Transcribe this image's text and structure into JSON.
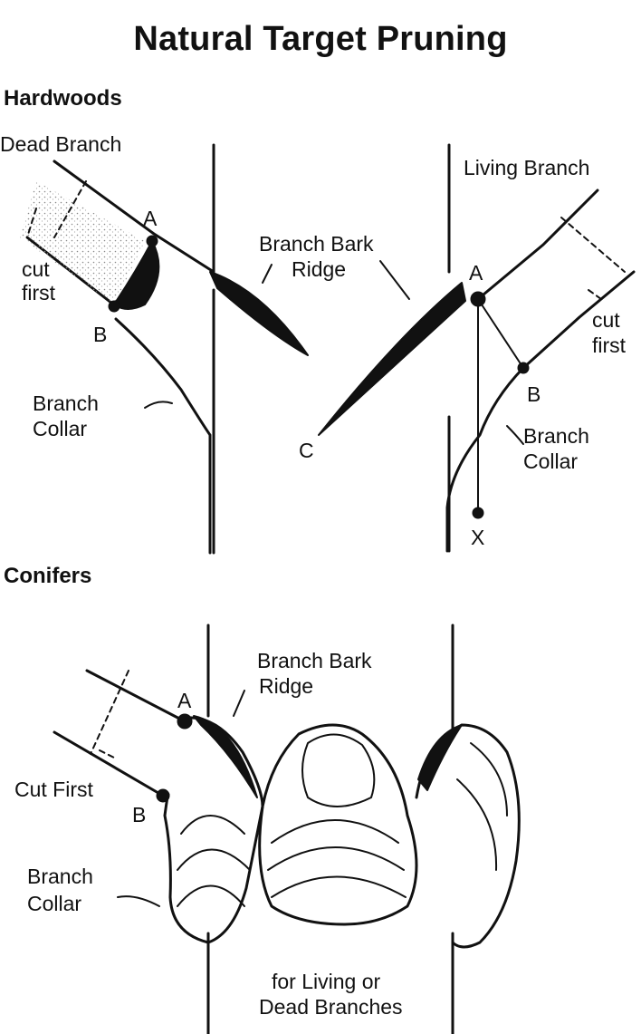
{
  "title": "Natural Target Pruning",
  "hardwoods": {
    "heading": "Hardwoods",
    "dead_branch": "Dead Branch",
    "point_a_left": "A",
    "cut_first_left_1": "cut",
    "cut_first_left_2": "first",
    "point_b_left": "B",
    "branch_collar_left_1": "Branch",
    "branch_collar_left_2": "Collar",
    "branch_bark_ridge_1": "Branch Bark",
    "branch_bark_ridge_2": "Ridge",
    "living_branch": "Living Branch",
    "point_a_right": "A",
    "cut_first_right_1": "cut",
    "cut_first_right_2": "first",
    "point_b_right": "B",
    "branch_collar_right_1": "Branch",
    "branch_collar_right_2": "Collar",
    "point_c": "C",
    "point_x": "X"
  },
  "conifers": {
    "heading": "Conifers",
    "branch_bark_ridge_1": "Branch Bark",
    "branch_bark_ridge_2": "Ridge",
    "point_a": "A",
    "cut_first": "Cut First",
    "point_b": "B",
    "branch_collar_1": "Branch",
    "branch_collar_2": "Collar",
    "note_1": "for Living or",
    "note_2": "Dead Branches"
  }
}
